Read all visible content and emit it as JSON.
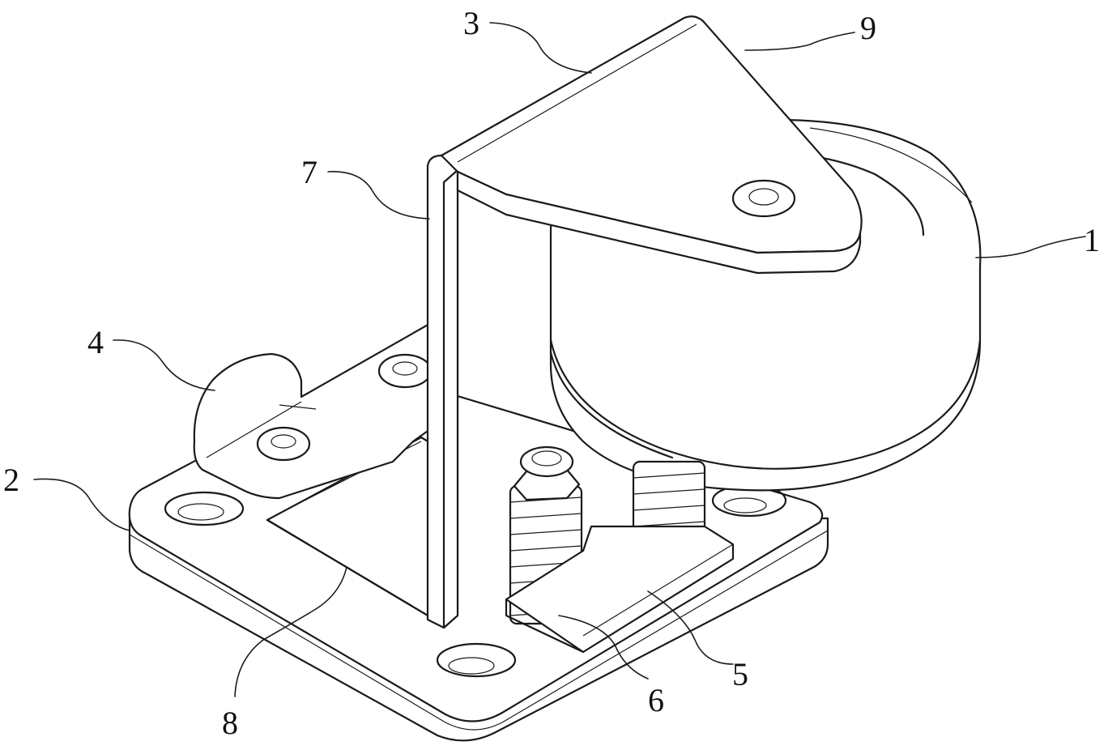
{
  "labels": {
    "l1": "1",
    "l2": "2",
    "l3": "3",
    "l4": "4",
    "l5": "5",
    "l6": "6",
    "l7": "7",
    "l8": "8",
    "l9": "9"
  },
  "colors": {
    "line": "#1a1a1a",
    "background": "#ffffff"
  }
}
